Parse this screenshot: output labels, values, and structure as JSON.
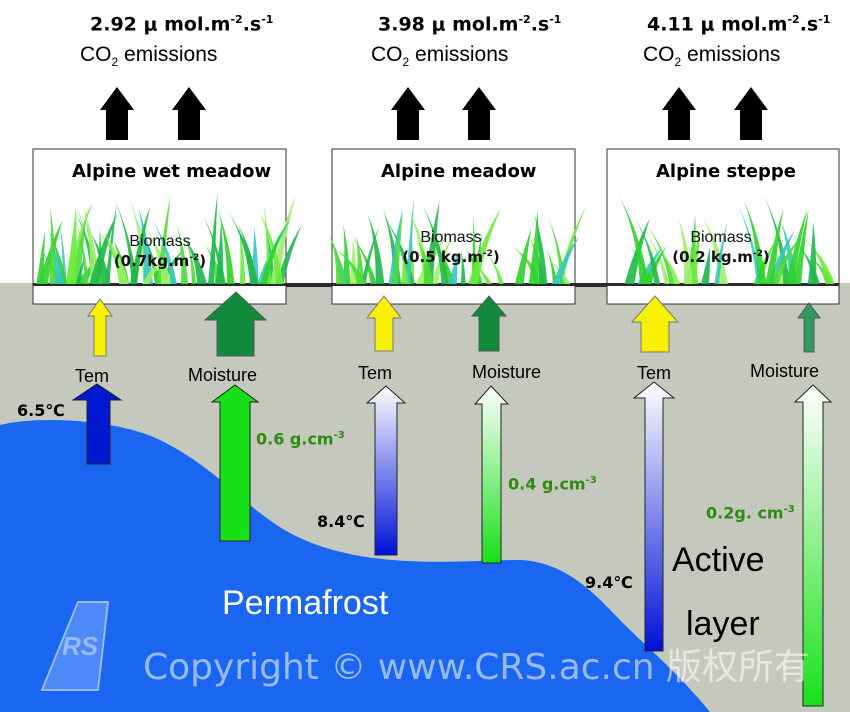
{
  "sites": [
    {
      "flux": "2.92 μ mol.m",
      "flux_exp1": "-2",
      "flux_mid": ".s",
      "flux_exp2": "-1",
      "emission_label_pre": "CO",
      "emission_sub": "2",
      "emission_label_post": " emissions",
      "ecosystem": "Alpine wet meadow",
      "biomass_label": "Biomass",
      "biomass_value": "(0.7kg.m",
      "biomass_exp": "-2",
      "biomass_close": ")",
      "tem_label": "Tem",
      "moisture_label": "Moisture",
      "temperature": "6.5℃",
      "moisture_value": "0.6 g.cm",
      "moisture_exp": "-3"
    },
    {
      "flux": "3.98 μ mol.m",
      "flux_exp1": "-2",
      "flux_mid": ".s",
      "flux_exp2": "-1",
      "emission_label_pre": "CO",
      "emission_sub": "2",
      "emission_label_post": " emissions",
      "ecosystem": "Alpine meadow",
      "biomass_label": "Biomass",
      "biomass_value": "(0.5 kg.m",
      "biomass_exp": "-2",
      "biomass_close": ")",
      "tem_label": "Tem",
      "moisture_label": "Moisture",
      "temperature": "8.4℃",
      "moisture_value": "0.4 g.cm",
      "moisture_exp": "-3"
    },
    {
      "flux": "4.11 μ mol.m",
      "flux_exp1": "-2",
      "flux_mid": ".s",
      "flux_exp2": "-1",
      "emission_label_pre": "CO",
      "emission_sub": "2",
      "emission_label_post": " emissions",
      "ecosystem": "Alpine steppe",
      "biomass_label": "Biomass",
      "biomass_value": "(0.2 kg.m",
      "biomass_exp": "-2",
      "biomass_close": ")",
      "tem_label": "Tem",
      "moisture_label": "Moisture",
      "temperature": "9.4℃",
      "moisture_value": "0.2g. cm",
      "moisture_exp": "-3"
    }
  ],
  "labels": {
    "permafrost": "Permafrost",
    "active_line1": "Active",
    "active_line2": "layer",
    "copyright": "Copyright © www.CRS.ac.cn 版权所有"
  },
  "colors": {
    "soil": "#c5c9bd",
    "permafrost": "#1a66f0",
    "emission_arrow": "#000000",
    "tem_arrow": "#f7f000",
    "moisture_arrow": "#128a3c",
    "temperature_arrow": "#0000d8",
    "moisture_profile_arrow": "#1ee81e",
    "moisture_text": "#2f8a10"
  }
}
